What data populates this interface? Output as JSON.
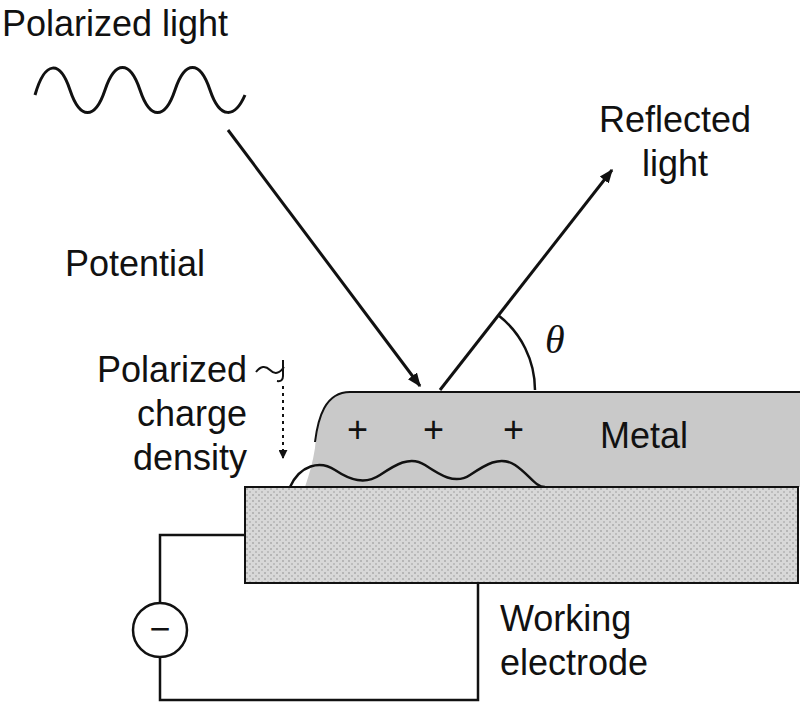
{
  "diagram": {
    "nodes": [
      {
        "text": [
          "+",
          "+",
          "+",
          "Metal"
        ]
      },
      {
        "text": [
          "Working electrode"
        ]
      }
    ],
    "labels": [
      "Polarized light",
      "Potential",
      "Reflected light",
      "θ",
      "Polarized charge density",
      "−"
    ]
  }
}
